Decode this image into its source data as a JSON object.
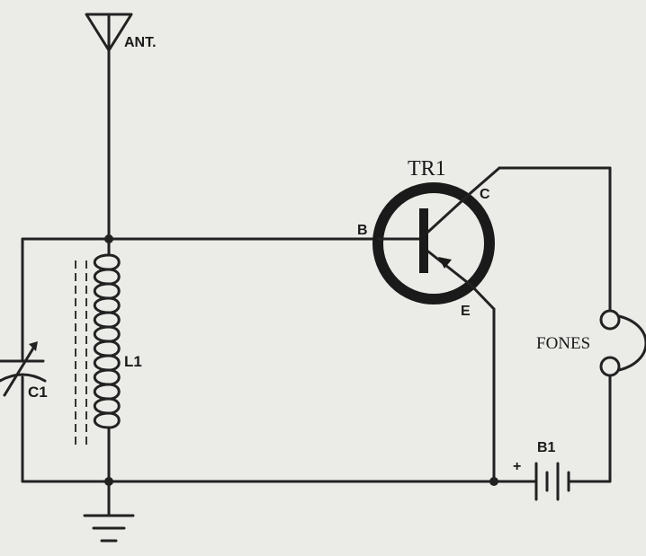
{
  "labels": {
    "antenna": "ANT.",
    "transistor": "TR1",
    "base": "B",
    "collector": "C",
    "emitter": "E",
    "coil": "L1",
    "capacitor": "C1",
    "battery": "B1",
    "battery_plus": "+",
    "phones": "FONES"
  }
}
